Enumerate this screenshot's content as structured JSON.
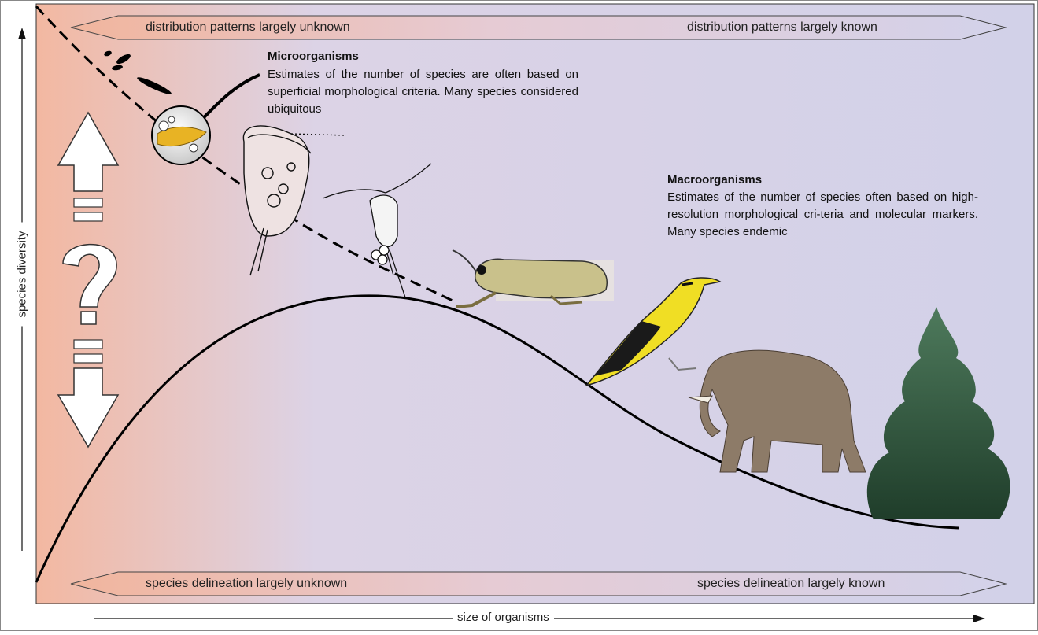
{
  "banners": {
    "top_left": "distribution patterns largely unknown",
    "top_right": "distribution patterns largely known",
    "bottom_left": "species delineation largely unknown",
    "bottom_right": "species delineation largely known"
  },
  "micro": {
    "title": "Microorganisms",
    "body": "Estimates of the number of species are often based on superficial morphological criteria. Many species considered ubiquitous"
  },
  "macro": {
    "title": "Macroorganisms",
    "body": "Estimates of the number of species often based on high-resolution morphological cri-teria and molecular markers. Many species endemic"
  },
  "axes": {
    "y_label": "species diversity",
    "x_label": "size of organisms"
  },
  "uncertainty": {
    "symbol": "?"
  },
  "organisms": [
    "microbe-cluster-icon",
    "protist-cell-icon",
    "ciliate-icon",
    "copepod-icon",
    "grasshopper-icon",
    "oriole-bird-icon",
    "elephant-icon",
    "spruce-tree-icon"
  ],
  "colors": {
    "micro_shade": "#f2b9a3",
    "background": "#d6d4ea",
    "curve": "#000000"
  }
}
